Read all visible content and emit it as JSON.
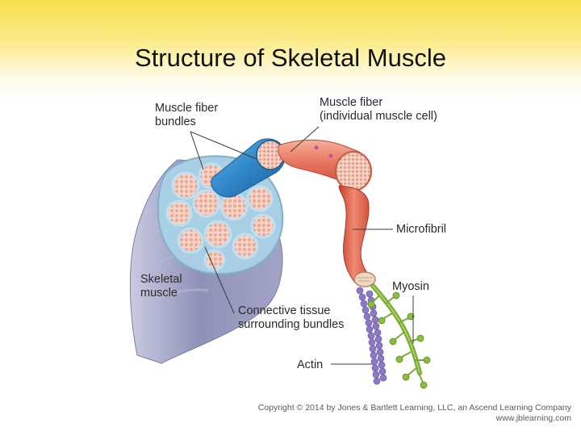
{
  "slide": {
    "title": "Structure of Skeletal Muscle"
  },
  "diagram": {
    "labels": {
      "muscle_fiber_bundles_line1": "Muscle fiber",
      "muscle_fiber_bundles_line2": "bundles",
      "muscle_fiber_line1": "Muscle fiber",
      "muscle_fiber_line2": "(individual muscle cell)",
      "microfibril": "Microfibril",
      "myosin": "Myosin",
      "skeletal_muscle_line1": "Skeletal",
      "skeletal_muscle_line2": "muscle",
      "connective_tissue_line1": "Connective tissue",
      "connective_tissue_line2": "surrounding bundles",
      "actin": "Actin"
    },
    "colors": {
      "muscle_body": "#8a8fb6",
      "bundle_tissue": "#b9d9ea",
      "bundle_cells": "#f2c5b8",
      "blue_bundle": "#2f86c9",
      "muscle_fiber": "#e8735c",
      "microfibril": "#d9543c",
      "actin": "#8d7ac4",
      "myosin": "#8bbd3d"
    }
  },
  "footer": {
    "copyright_line1": "Copyright © 2014 by Jones & Bartlett Learning, LLC, an Ascend Learning Company",
    "copyright_line2": "www.jblearning.com"
  }
}
